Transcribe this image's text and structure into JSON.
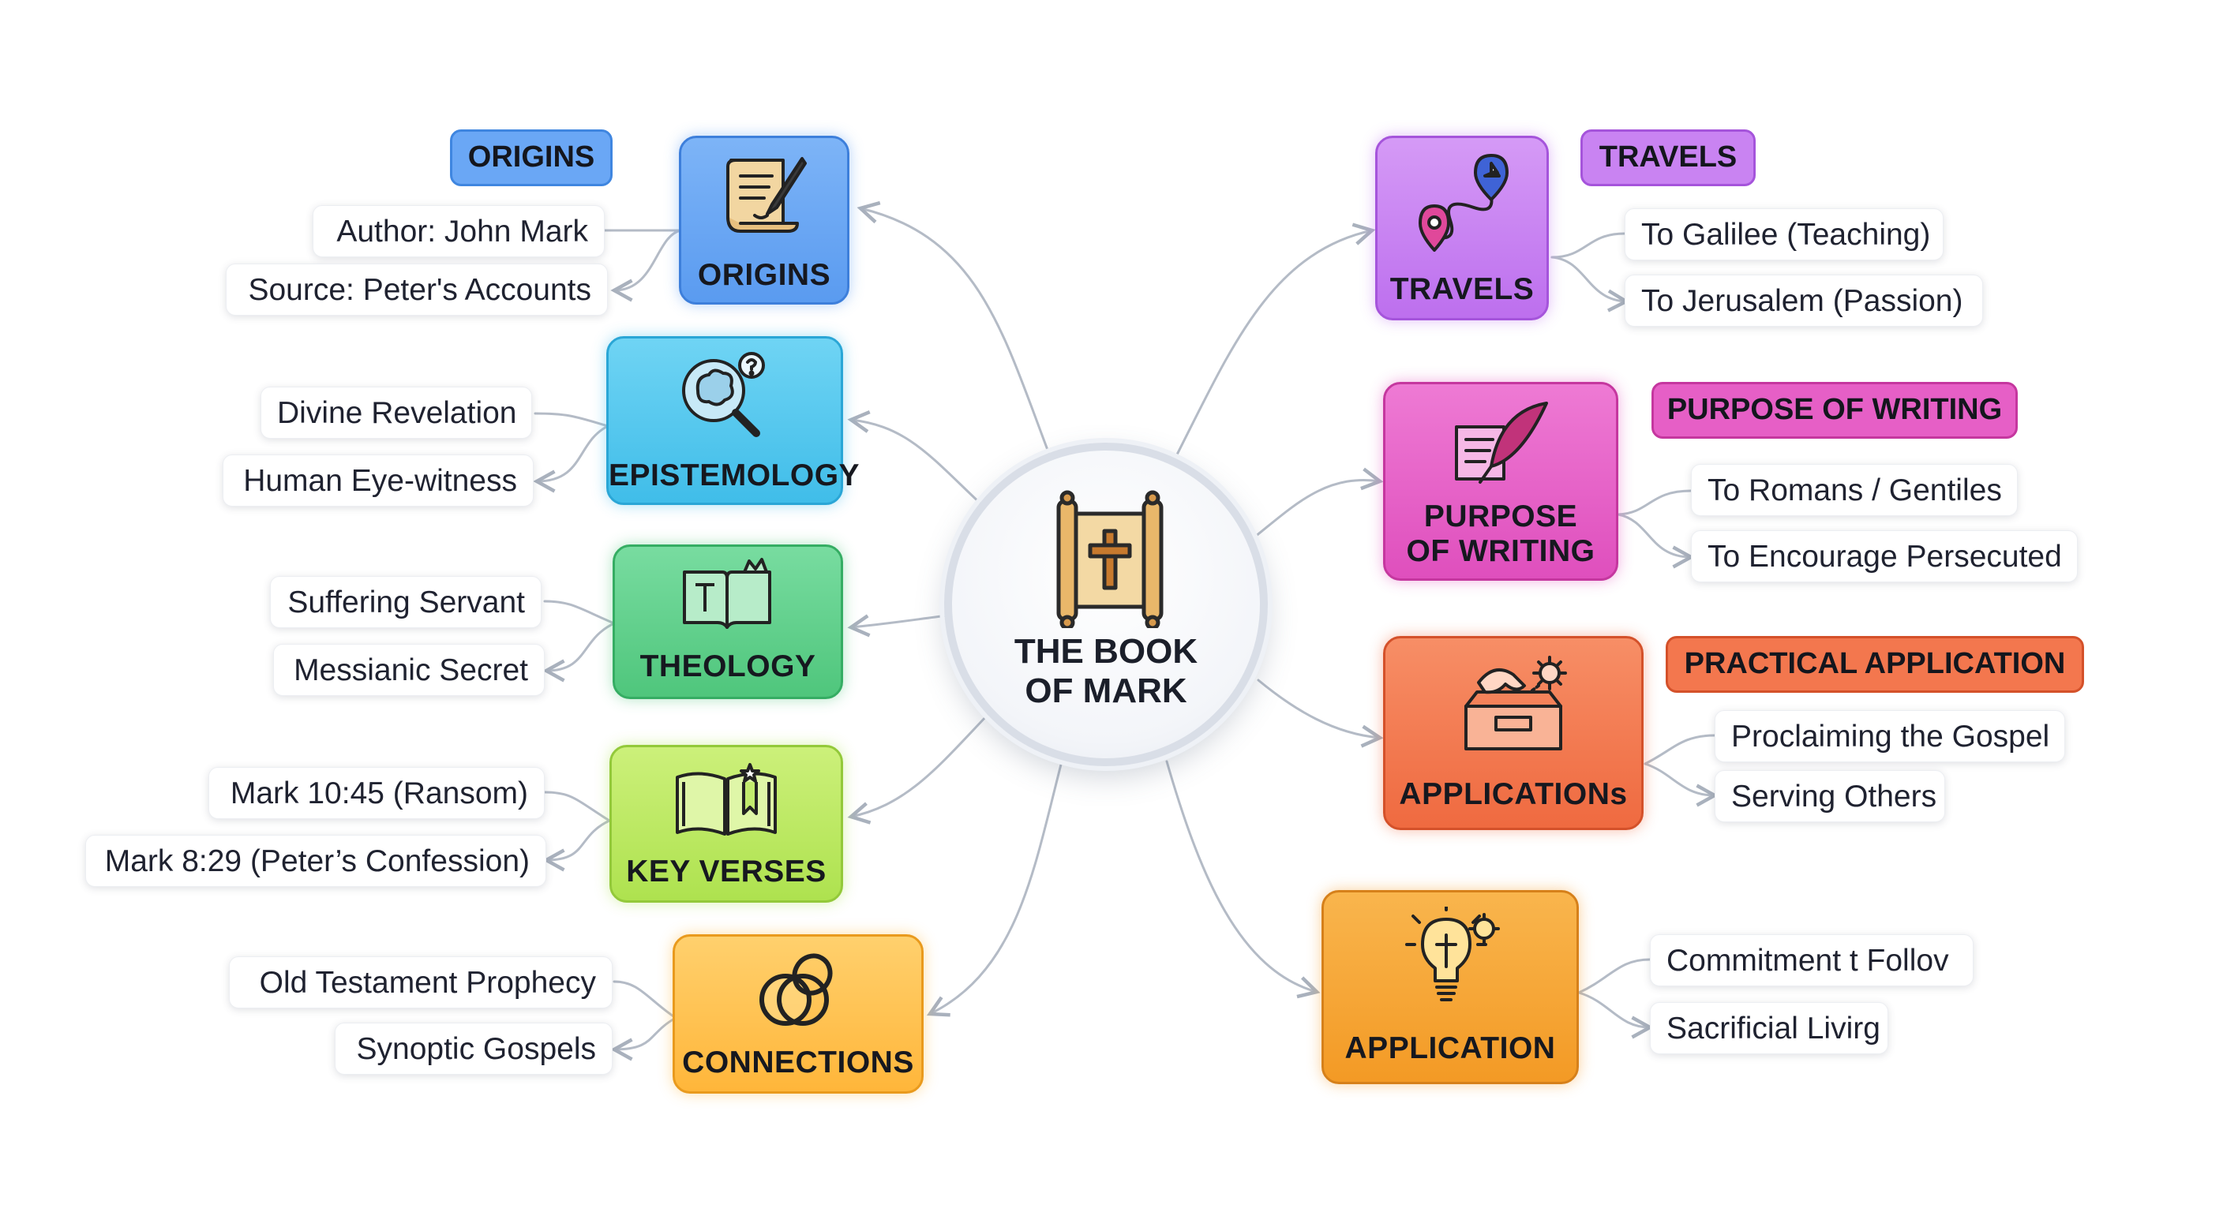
{
  "center": {
    "title_line1": "THE BOOK",
    "title_line2": "OF MARK"
  },
  "left_branches": [
    {
      "label": "ORIGINS",
      "tag": "ORIGINS",
      "color": "#6aa7f5",
      "items": [
        "Author: John Mark",
        "Source: Peter's Accounts"
      ],
      "icon": "scroll-quill-icon"
    },
    {
      "label": "EPISTEMOLOGY",
      "color": "#4fc6ee",
      "items": [
        "Divine Revelation",
        "Human Eye-witness"
      ],
      "icon": "brain-magnifier-icon"
    },
    {
      "label": "THEOLOGY",
      "color": "#5fd38a",
      "items": [
        "Suffering Servant",
        "Messianic Secret"
      ],
      "icon": "crowned-book-icon"
    },
    {
      "label": "KEY VERSES",
      "color": "#b9e85a",
      "items": [
        "Mark 10:45 (Ransom)",
        "Mark 8:29 (Peter’s Confession)"
      ],
      "icon": "open-bible-icon"
    },
    {
      "label": "CONNECTIONS",
      "color": "#ffc04d",
      "items": [
        "Old Testament Prophecy",
        "Synoptic Gospels"
      ],
      "icon": "linked-rings-icon"
    }
  ],
  "right_branches": [
    {
      "label": "TRAVELS",
      "tag": "TRAVELS",
      "color": "#c983f2",
      "items": [
        "To Galilee (Teaching)",
        "To Jerusalem (Passion)"
      ],
      "icon": "route-map-pin-icon"
    },
    {
      "label_line1": "PURPOSE",
      "label_line2": "OF WRITING",
      "tag": "PURPOSE OF WRITING",
      "color": "#e65fc6",
      "items": [
        "To Romans / Gentiles",
        "To Encourage Persecuted"
      ],
      "icon": "feather-letter-icon"
    },
    {
      "label": "APPLICATIONs",
      "tag": "PRACTICAL APPLICATION",
      "color": "#f3774e",
      "items": [
        "Proclaiming the Gospel",
        "Serving Others"
      ],
      "icon": "helping-hands-box-icon"
    },
    {
      "label": "APPLICATION",
      "color": "#f6a12d",
      "items": [
        "Commitment t Follov",
        "Sacrificial Livirg"
      ],
      "icon": "lightbulb-cross-icon"
    }
  ]
}
